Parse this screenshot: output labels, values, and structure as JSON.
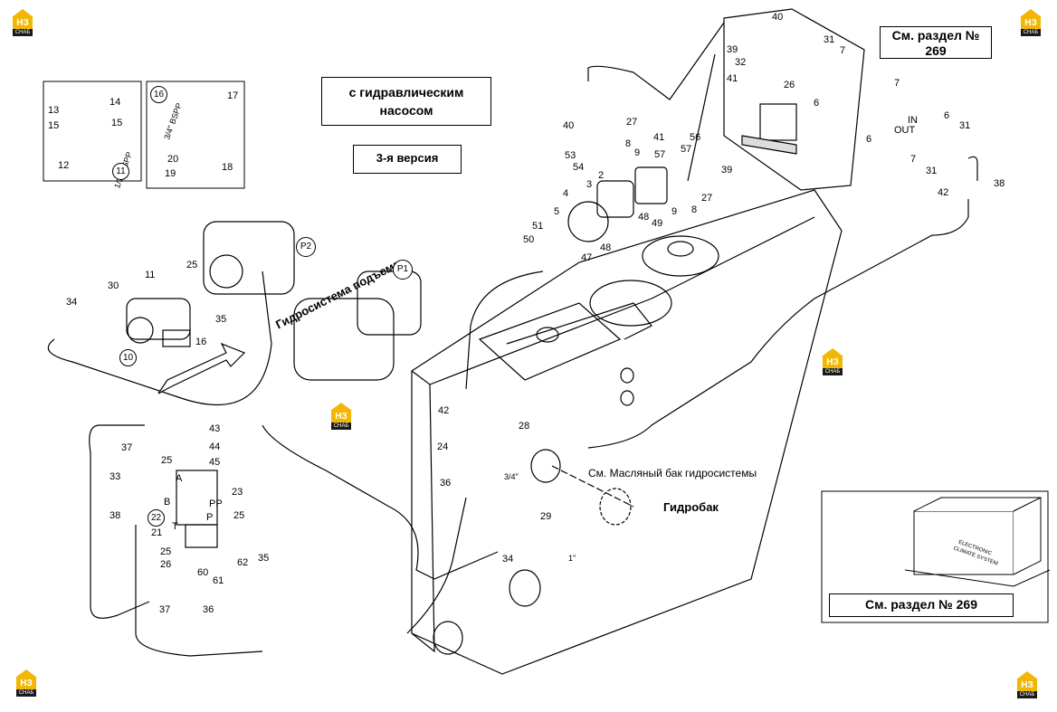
{
  "boxes": {
    "hydraulic_pump": "с гидравлическим насосом",
    "version": "3-я версия",
    "see_section_top": "См. раздел № 269",
    "see_section_bottom": "См. раздел № 269"
  },
  "texts": {
    "lift_system": "Гидросистема подъема",
    "oil_tank": "См. Масляный бак гидросистемы",
    "hydrotank": "Гидробак",
    "in_label": "IN",
    "out_label": "OUT",
    "bspp_3_4": "3/4\" BSPP",
    "bspp_1_2": "1/2\" BSPP",
    "size_3_4": "3/4\"",
    "size_1": "1\"",
    "port_a": "A",
    "port_b": "B",
    "port_t": "T",
    "port_p": "P",
    "port_pp": "PP",
    "pump_p1": "P1",
    "pump_p2": "P2",
    "climate_1": "ELECTRONIC",
    "climate_2": "CLIMATE SYSTEM"
  },
  "logo": {
    "main": "НЗ",
    "sub": "СНАБ"
  },
  "callouts": [
    {
      "id": "c13",
      "text": "13"
    },
    {
      "id": "c14",
      "text": "14"
    },
    {
      "id": "c15a",
      "text": "15"
    },
    {
      "id": "c15b",
      "text": "15"
    },
    {
      "id": "c12",
      "text": "12"
    },
    {
      "id": "c17",
      "text": "17"
    },
    {
      "id": "c20",
      "text": "20"
    },
    {
      "id": "c19",
      "text": "19"
    },
    {
      "id": "c18",
      "text": "18"
    },
    {
      "id": "c40a",
      "text": "40"
    },
    {
      "id": "c27a",
      "text": "27"
    },
    {
      "id": "c8a",
      "text": "8"
    },
    {
      "id": "c9a",
      "text": "9"
    },
    {
      "id": "c53",
      "text": "53"
    },
    {
      "id": "c54",
      "text": "54"
    },
    {
      "id": "c2",
      "text": "2"
    },
    {
      "id": "c3",
      "text": "3"
    },
    {
      "id": "c4",
      "text": "4"
    },
    {
      "id": "c5",
      "text": "5"
    },
    {
      "id": "c51",
      "text": "51"
    },
    {
      "id": "c50",
      "text": "50"
    },
    {
      "id": "c47",
      "text": "47"
    },
    {
      "id": "c48a",
      "text": "48"
    },
    {
      "id": "c48b",
      "text": "48"
    },
    {
      "id": "c49",
      "text": "49"
    },
    {
      "id": "c9b",
      "text": "9"
    },
    {
      "id": "c8b",
      "text": "8"
    },
    {
      "id": "c27b",
      "text": "27"
    },
    {
      "id": "c41a",
      "text": "41"
    },
    {
      "id": "c57a",
      "text": "57"
    },
    {
      "id": "c57b",
      "text": "57"
    },
    {
      "id": "c56",
      "text": "56"
    },
    {
      "id": "c39a",
      "text": "39"
    },
    {
      "id": "c40b",
      "text": "40"
    },
    {
      "id": "c39b",
      "text": "39"
    },
    {
      "id": "c32",
      "text": "32"
    },
    {
      "id": "c41b",
      "text": "41"
    },
    {
      "id": "c31a",
      "text": "31"
    },
    {
      "id": "c7a",
      "text": "7"
    },
    {
      "id": "c26a",
      "text": "26"
    },
    {
      "id": "c6a",
      "text": "6"
    },
    {
      "id": "c7b",
      "text": "7"
    },
    {
      "id": "c6b",
      "text": "6"
    },
    {
      "id": "c6c",
      "text": "6"
    },
    {
      "id": "c31b",
      "text": "31"
    },
    {
      "id": "c7c",
      "text": "7"
    },
    {
      "id": "c31c",
      "text": "31"
    },
    {
      "id": "c42a",
      "text": "42"
    },
    {
      "id": "c38a",
      "text": "38"
    },
    {
      "id": "c11",
      "text": "11"
    },
    {
      "id": "c25a",
      "text": "25"
    },
    {
      "id": "c34a",
      "text": "34"
    },
    {
      "id": "c30",
      "text": "30"
    },
    {
      "id": "c35a",
      "text": "35"
    },
    {
      "id": "c16b",
      "text": "16"
    },
    {
      "id": "c42b",
      "text": "42"
    },
    {
      "id": "c28",
      "text": "28"
    },
    {
      "id": "c24",
      "text": "24"
    },
    {
      "id": "c36a",
      "text": "36"
    },
    {
      "id": "c43",
      "text": "43"
    },
    {
      "id": "c44",
      "text": "44"
    },
    {
      "id": "c45",
      "text": "45"
    },
    {
      "id": "c37a",
      "text": "37"
    },
    {
      "id": "c33",
      "text": "33"
    },
    {
      "id": "c25b",
      "text": "25"
    },
    {
      "id": "c23",
      "text": "23"
    },
    {
      "id": "c38b",
      "text": "38"
    },
    {
      "id": "c21",
      "text": "21"
    },
    {
      "id": "c25c",
      "text": "25"
    },
    {
      "id": "c25d",
      "text": "25"
    },
    {
      "id": "c26b",
      "text": "26"
    },
    {
      "id": "c60",
      "text": "60"
    },
    {
      "id": "c62",
      "text": "62"
    },
    {
      "id": "c61",
      "text": "61"
    },
    {
      "id": "c35b",
      "text": "35"
    },
    {
      "id": "c37b",
      "text": "37"
    },
    {
      "id": "c36b",
      "text": "36"
    },
    {
      "id": "c29",
      "text": "29"
    },
    {
      "id": "c34b",
      "text": "34"
    }
  ],
  "circled": [
    {
      "id": "k11",
      "text": "11"
    },
    {
      "id": "k16",
      "text": "16"
    },
    {
      "id": "k10",
      "text": "10"
    },
    {
      "id": "k22",
      "text": "22"
    }
  ]
}
